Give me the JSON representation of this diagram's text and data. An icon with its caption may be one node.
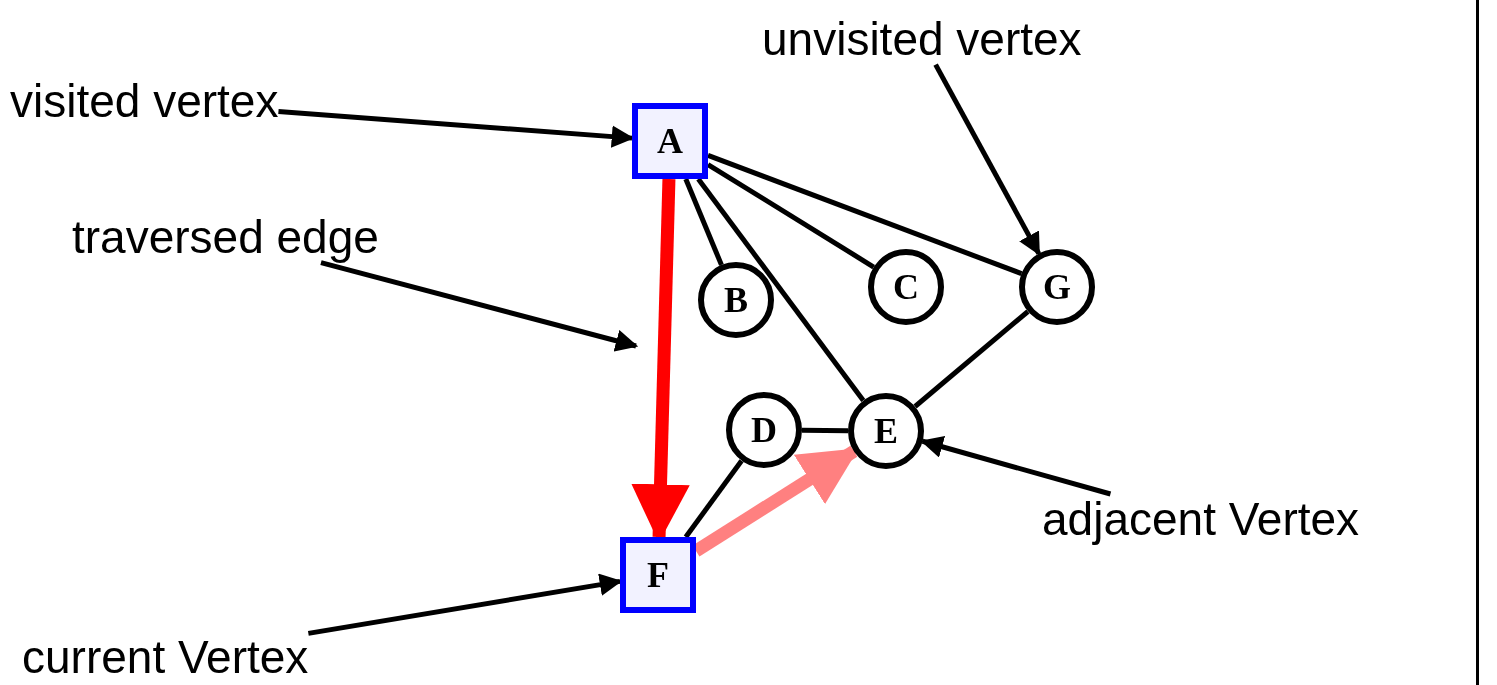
{
  "diagram": {
    "nodes": [
      {
        "text": [
          "visited vertex"
        ]
      },
      {
        "text": [
          "A"
        ]
      },
      {
        "text": [
          "traversed edge"
        ]
      },
      {
        "text": [
          "unvisited vertex"
        ]
      },
      {
        "text": [
          "B"
        ]
      },
      {
        "text": [
          "C"
        ]
      },
      {
        "text": [
          "G"
        ]
      },
      {
        "text": [
          "D"
        ]
      },
      {
        "text": [
          "E"
        ]
      },
      {
        "text": [
          "F"
        ]
      },
      {
        "text": [
          "adjacent Vertex"
        ]
      },
      {
        "text": [
          "current Vertex"
        ]
      }
    ],
    "edges": [
      {
        "from": 0,
        "to": 1,
        "arrow": "to"
      },
      {
        "from": 3,
        "to": 6,
        "arrow": "to"
      },
      {
        "from": 2,
        "to": null,
        "arrow": "to"
      },
      {
        "from": 10,
        "to": 8,
        "arrow": "to"
      },
      {
        "from": 11,
        "to": 9,
        "arrow": "to"
      },
      {
        "from": 1,
        "to": 4,
        "arrow": "none"
      },
      {
        "from": 1,
        "to": 5,
        "arrow": "none"
      },
      {
        "from": 1,
        "to": 6,
        "arrow": "none"
      },
      {
        "from": 1,
        "to": 8,
        "arrow": "none"
      },
      {
        "from": 1,
        "to": 9,
        "arrow": "to",
        "style": "thick",
        "color": "#ff0000"
      },
      {
        "from": 6,
        "to": 8,
        "arrow": "none"
      },
      {
        "from": 7,
        "to": 8,
        "arrow": "none"
      },
      {
        "from": 7,
        "to": 9,
        "arrow": "none"
      },
      {
        "from": 9,
        "to": 8,
        "arrow": "to",
        "style": "thick",
        "color": "#ff8080"
      }
    ]
  }
}
